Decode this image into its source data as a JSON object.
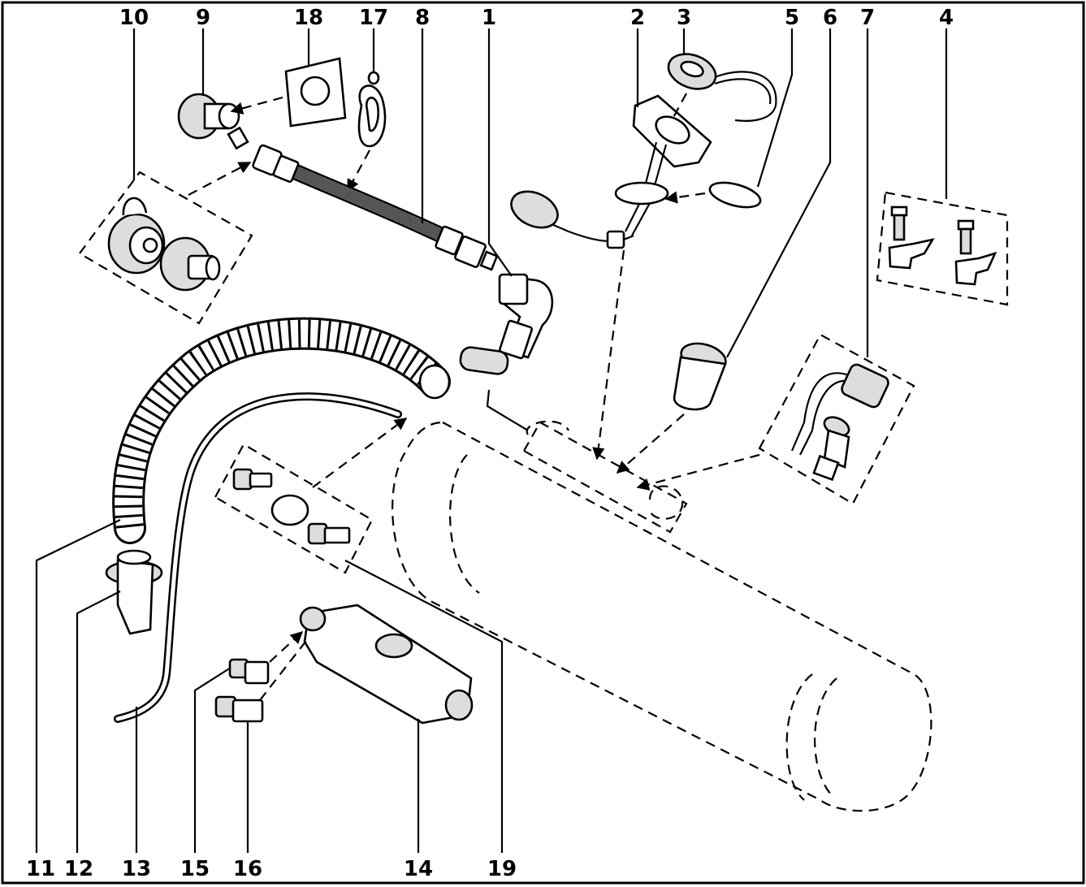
{
  "callouts": [
    {
      "id": "n10",
      "text": "10"
    },
    {
      "id": "n9",
      "text": "9"
    },
    {
      "id": "n18",
      "text": "18"
    },
    {
      "id": "n17",
      "text": "17"
    },
    {
      "id": "n8",
      "text": "8"
    },
    {
      "id": "n1",
      "text": "1"
    },
    {
      "id": "n2",
      "text": "2"
    },
    {
      "id": "n3",
      "text": "3"
    },
    {
      "id": "n5",
      "text": "5"
    },
    {
      "id": "n6",
      "text": "6"
    },
    {
      "id": "n7",
      "text": "7"
    },
    {
      "id": "n4",
      "text": "4"
    },
    {
      "id": "n11",
      "text": "11"
    },
    {
      "id": "n12",
      "text": "12"
    },
    {
      "id": "n13",
      "text": "13"
    },
    {
      "id": "n15",
      "text": "15"
    },
    {
      "id": "n16",
      "text": "16"
    },
    {
      "id": "n14",
      "text": "14"
    },
    {
      "id": "n19",
      "text": "19"
    }
  ],
  "colors": {
    "ink": "#000000",
    "paper": "#ffffff",
    "shade": "#dddddd"
  }
}
